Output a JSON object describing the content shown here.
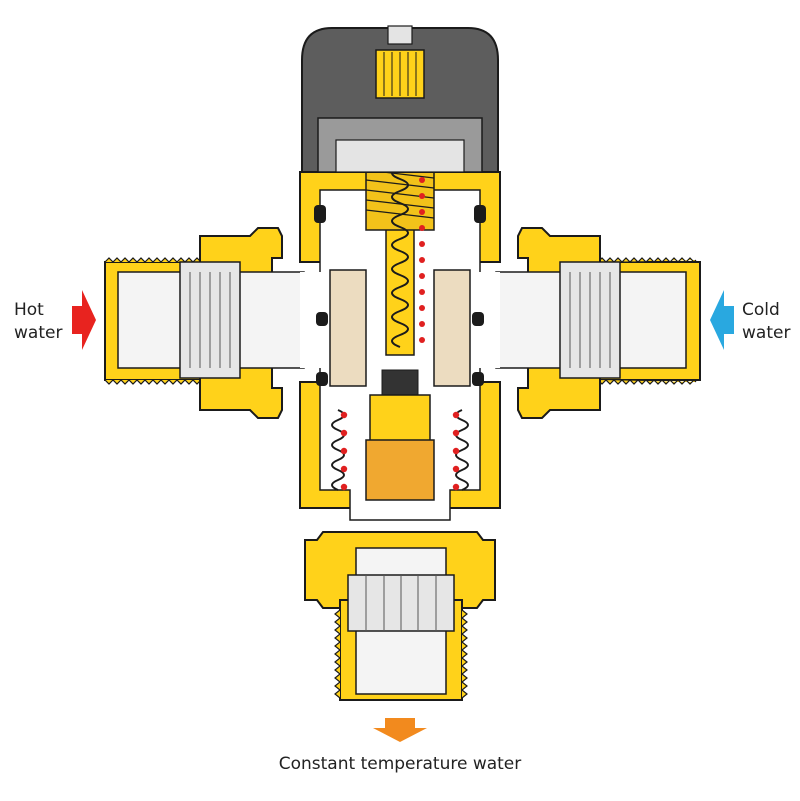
{
  "labels": {
    "hot": [
      "Hot",
      "water"
    ],
    "cold": [
      "Cold",
      "water"
    ],
    "outlet": "Constant temperature water"
  },
  "colors": {
    "brass": "#ffd21a",
    "brass_dark": "#d9a300",
    "outline": "#1b1b1b",
    "knob": "#5d5d5d",
    "knob_light": "#9a9a9a",
    "fitting": "#eeeeee",
    "insert": "#ecdcc0",
    "spring_dot": "#e02020",
    "piston": "#f0a830",
    "hot_arrow": "#e8231f",
    "cold_arrow": "#29a8e0",
    "out_arrow": "#f28a1e"
  },
  "icons": {
    "hot_arrow": "arrow-right-icon",
    "cold_arrow": "arrow-left-icon",
    "out_arrow": "arrow-down-icon"
  }
}
